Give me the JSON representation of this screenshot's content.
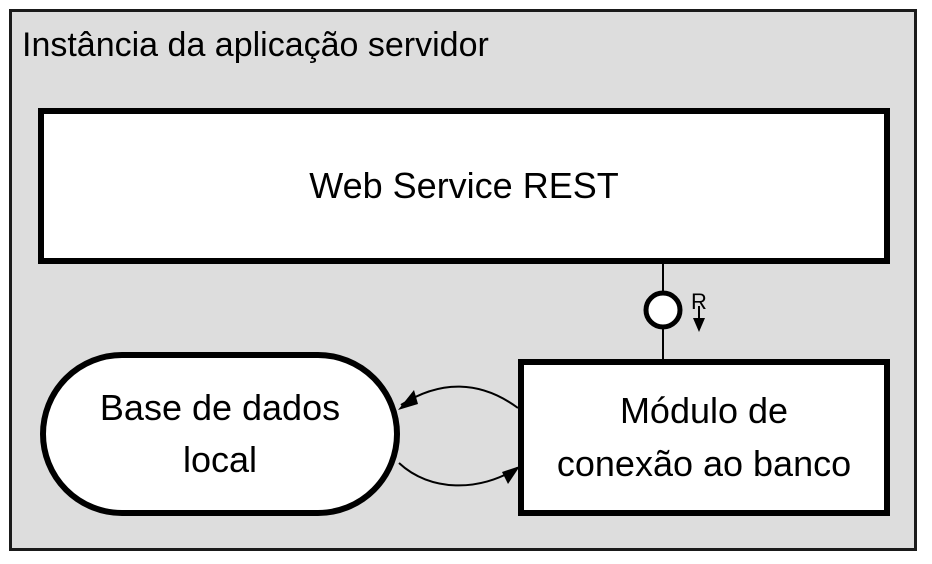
{
  "container": {
    "title": "Instância da aplicação servidor"
  },
  "components": {
    "web_service": {
      "label": "Web Service REST"
    },
    "db_module": {
      "line1": "Módulo de",
      "line2": "conexão ao banco"
    },
    "local_db": {
      "line1": "Base de dados",
      "line2": "local"
    }
  },
  "interface": {
    "label": "R"
  },
  "colors": {
    "background": "#dddddd",
    "box_fill": "#ffffff",
    "stroke": "#000000"
  }
}
